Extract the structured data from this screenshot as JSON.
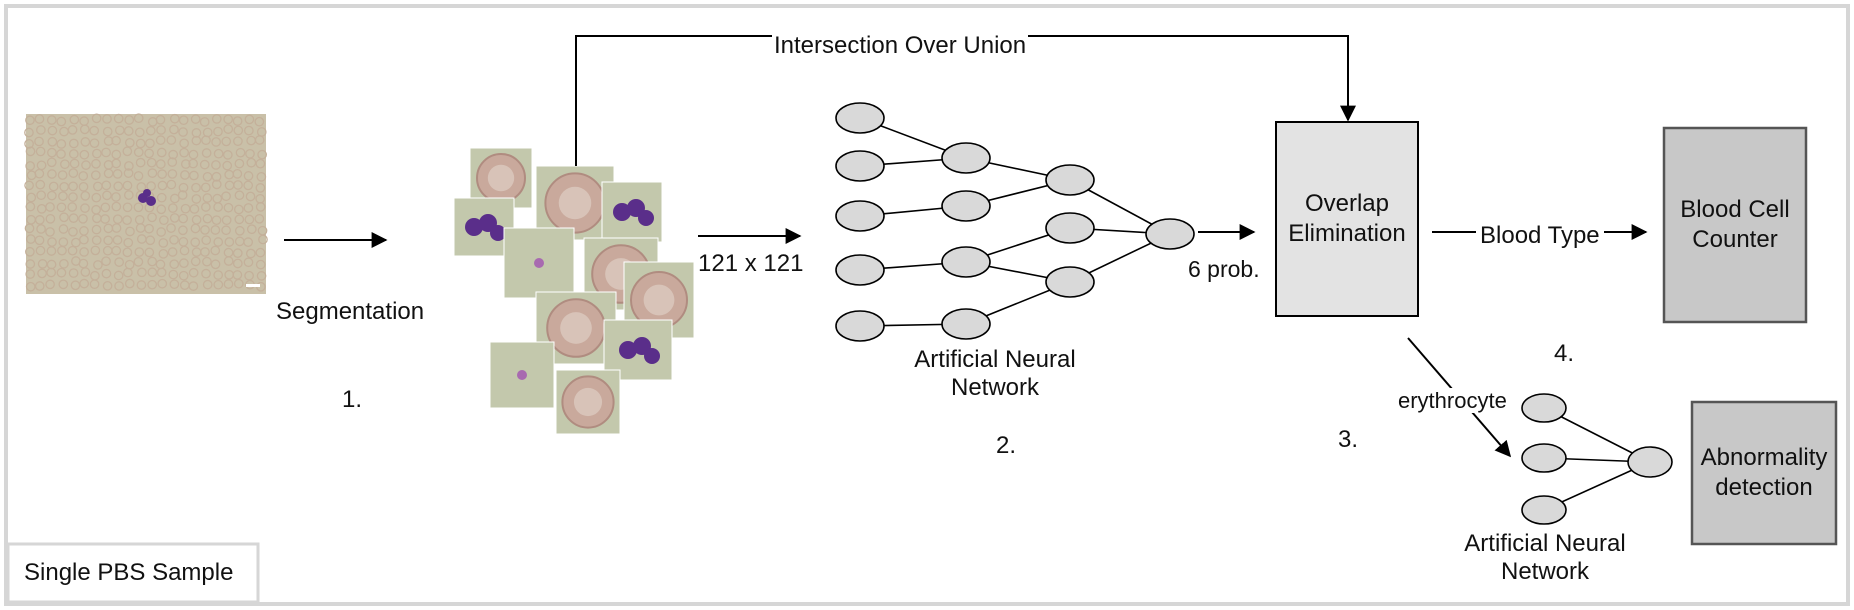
{
  "sample_label": "Single PBS Sample",
  "labels": {
    "segmentation": "Segmentation",
    "size": "121 x 121",
    "iou": "Intersection Over Union",
    "six_prob": "6 prob.",
    "blood_type": "Blood Type",
    "erythrocyte": "erythrocyte"
  },
  "steps": {
    "step1": "1.",
    "step2": "2.",
    "step3": "3.",
    "step4": "4."
  },
  "nodes": {
    "ann_main": [
      "Artificial Neural",
      "Network"
    ],
    "ann_small": [
      "Artificial Neural",
      "Network"
    ],
    "overlap": [
      "Overlap",
      "Elimination"
    ],
    "counter": [
      "Blood Cell",
      "Counter"
    ],
    "abnormality": [
      "Abnormality",
      "detection"
    ]
  },
  "colors": {
    "frame": "#d6d6d6",
    "overlap_fill": "#e3e3e3",
    "dark_box_fill": "#c8c8c8",
    "node_fill": "#d9d9d9",
    "smear_bg": "#c9c0a8",
    "rbc": "#c4b09a",
    "wbc": "#5a2e8a",
    "tile_bg": "#c3c8ac"
  }
}
